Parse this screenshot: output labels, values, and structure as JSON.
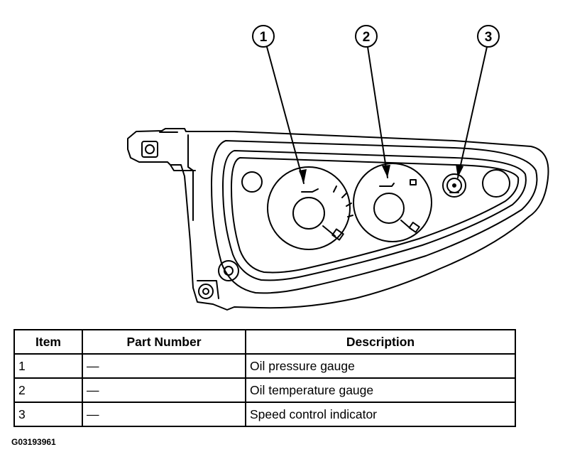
{
  "callouts": [
    "1",
    "2",
    "3"
  ],
  "table": {
    "headers": [
      "Item",
      "Part Number",
      "Description"
    ],
    "rows": [
      [
        "1",
        "—",
        "Oil pressure gauge"
      ],
      [
        "2",
        "—",
        "Oil temperature gauge"
      ],
      [
        "3",
        "—",
        "Speed control indicator"
      ]
    ]
  },
  "figure_id": "G03193961"
}
